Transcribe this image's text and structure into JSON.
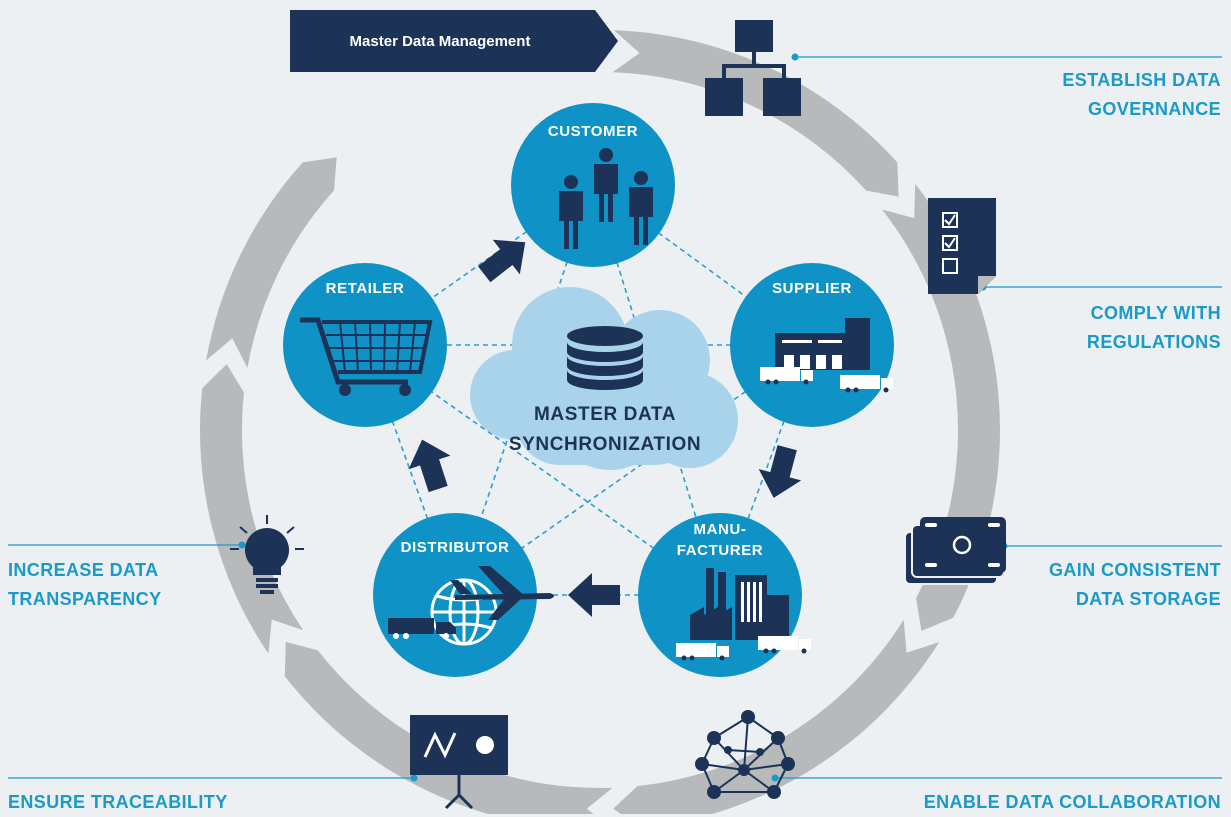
{
  "banner": {
    "label": "Master Data Management"
  },
  "center": {
    "line1": "MASTER DATA",
    "line2": "SYNCHRONIZATION",
    "icon": "database-icon"
  },
  "nodes": {
    "customer": {
      "lines": [
        "CUSTOMER"
      ],
      "icon": "people-icon"
    },
    "supplier": {
      "lines": [
        "SUPPLIER"
      ],
      "icon": "warehouse-trucks-icon"
    },
    "manufacturer": {
      "lines": [
        "MANU-",
        "FACTURER"
      ],
      "icon": "factory-icon"
    },
    "distributor": {
      "lines": [
        "DISTRIBUTOR"
      ],
      "icon": "globe-plane-truck-icon"
    },
    "retailer": {
      "lines": [
        "RETAILER"
      ],
      "icon": "shopping-cart-icon"
    }
  },
  "benefits": {
    "governance": {
      "lines": [
        "ESTABLISH DATA",
        "GOVERNANCE"
      ],
      "icon": "org-chart-icon"
    },
    "regulations": {
      "lines": [
        "COMPLY WITH",
        "REGULATIONS"
      ],
      "icon": "checklist-icon"
    },
    "storage": {
      "lines": [
        "GAIN CONSISTENT",
        "DATA STORAGE"
      ],
      "icon": "banknotes-icon"
    },
    "collaboration": {
      "lines": [
        "ENABLE DATA COLLABORATION"
      ],
      "icon": "network-icon"
    },
    "traceability": {
      "lines": [
        "ENSURE TRACEABILITY"
      ],
      "icon": "presentation-board-icon"
    },
    "transparency": {
      "lines": [
        "INCREASE DATA",
        "TRANSPARENCY"
      ],
      "icon": "lightbulb-icon"
    }
  },
  "colors": {
    "background": "#edf0f2",
    "ring": "#b7b9bb",
    "node": "#0f93c6",
    "navy": "#1c3357",
    "cloud": "#a9d3ea",
    "accent_text": "#1a9ac9",
    "dashed": "#2a9fd0"
  }
}
